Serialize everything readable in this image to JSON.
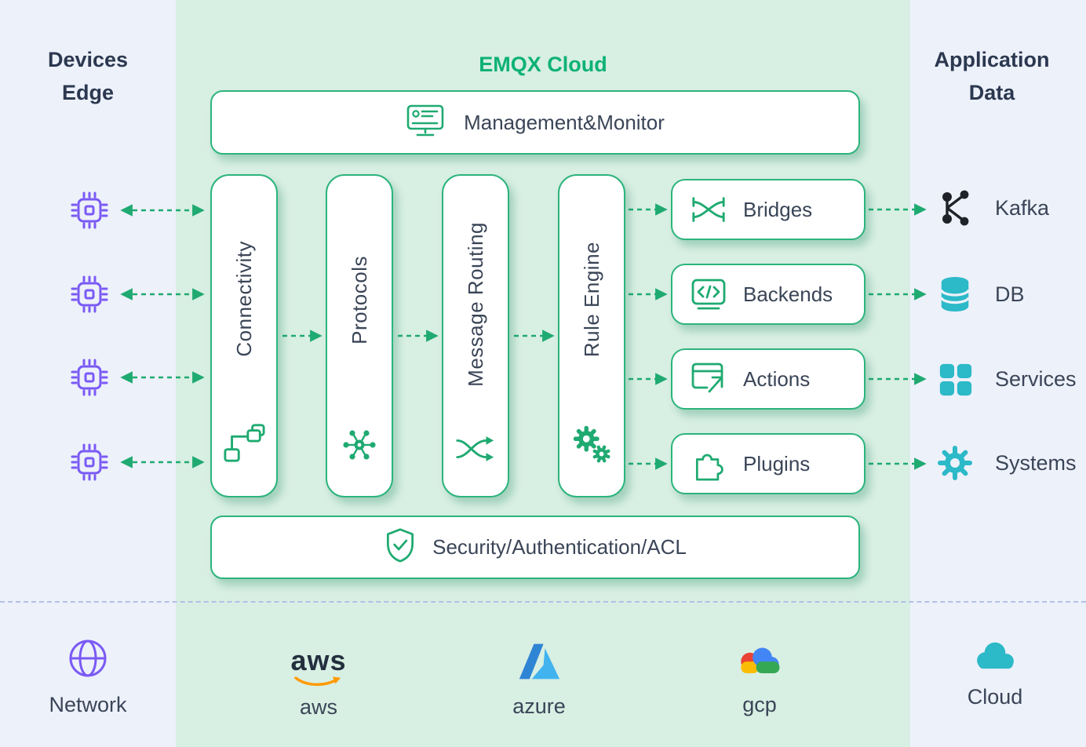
{
  "titles": {
    "devices_line1": "Devices",
    "devices_line2": "Edge",
    "emqx": "EMQX Cloud",
    "app_line1": "Application",
    "app_line2": "Data"
  },
  "management": {
    "label": "Management&Monitor",
    "icon": "monitor-icon"
  },
  "pillars": [
    {
      "label": "Connectivity",
      "icon": "topology-icon"
    },
    {
      "label": "Protocols",
      "icon": "hub-icon"
    },
    {
      "label": "Message Routing",
      "icon": "shuffle-icon"
    },
    {
      "label": "Rule Engine",
      "icon": "gears-icon"
    }
  ],
  "modules": [
    {
      "label": "Bridges",
      "icon": "bridge-icon"
    },
    {
      "label": "Backends",
      "icon": "code-window-icon"
    },
    {
      "label": "Actions",
      "icon": "action-arrow-icon"
    },
    {
      "label": "Plugins",
      "icon": "puzzle-icon"
    }
  ],
  "security": {
    "label": "Security/Authentication/ACL",
    "icon": "shield-check-icon"
  },
  "applications": [
    {
      "label": "Kafka",
      "icon": "kafka-icon"
    },
    {
      "label": "DB",
      "icon": "database-icon"
    },
    {
      "label": "Services",
      "icon": "grid-icon"
    },
    {
      "label": "Systems",
      "icon": "gear-icon"
    }
  ],
  "devices": {
    "count": 4,
    "icon": "chip-icon"
  },
  "bottom": {
    "network": {
      "label": "Network",
      "icon": "globe-icon"
    },
    "aws": {
      "label": "aws",
      "logo_text": "aws"
    },
    "azure": {
      "label": "azure",
      "icon": "azure-logo"
    },
    "gcp": {
      "label": "gcp",
      "icon": "gcp-logo"
    },
    "cloud": {
      "label": "Cloud",
      "icon": "cloud-icon"
    }
  },
  "colors": {
    "accent_green": "#1faa71",
    "border_green": "#2cb47c",
    "bg_green": "#d8efe3",
    "bg_blue": "#edf1fa",
    "purple": "#7a5af5",
    "teal": "#2cb9c8",
    "aws_orange": "#ff9900",
    "azure_blue": "#41b3ef",
    "kafka_black": "#1f2328",
    "emqx_green": "#0db176",
    "text_dark": "#3a4557",
    "title_dark": "#2b3850"
  }
}
